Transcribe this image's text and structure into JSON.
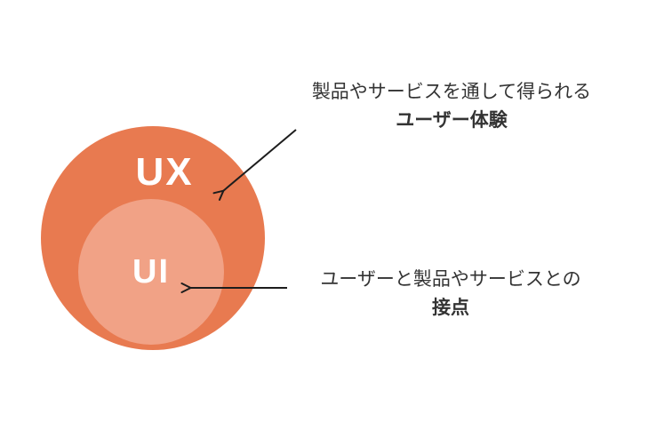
{
  "diagram": {
    "background": "#FFFFFF",
    "venn": {
      "outer_label": "UX",
      "inner_label": "UI",
      "outer_color": "#E87A50",
      "inner_color": "#F1A286",
      "label_color": "#FFFFFF"
    },
    "annotations": {
      "ux": {
        "line1": "製品やサービスを通して得られる",
        "line2": "ユーザー体験"
      },
      "ui": {
        "line1": "ユーザーと製品やサービスとの",
        "line2": "接点"
      }
    },
    "text_color": "#333333",
    "arrow_color": "#1D1D1D"
  }
}
